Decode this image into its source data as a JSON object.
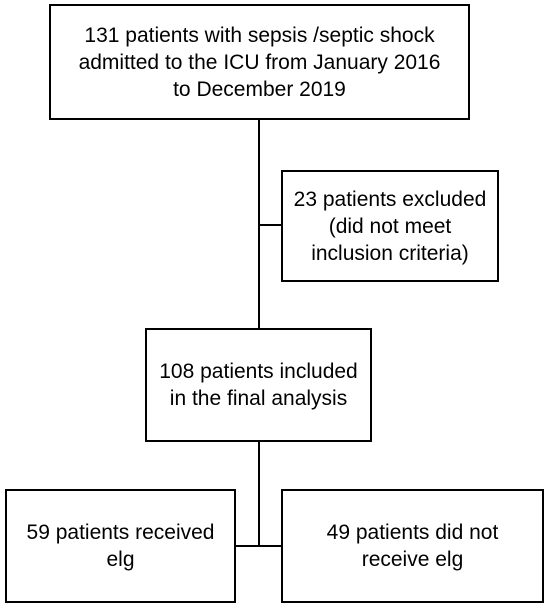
{
  "flowchart": {
    "admitted": "131  patients with sepsis /septic shock\nadmitted to the ICU from January 2016\nto December 2019",
    "excluded": "23 patients excluded\n(did not meet\ninclusion criteria)",
    "included": "108 patients included\nin the final analysis",
    "received": "59 patients received\nelg",
    "not_received": "49 patients did not\nreceive elg"
  },
  "colors": {
    "stroke": "#000000",
    "background": "#ffffff"
  }
}
